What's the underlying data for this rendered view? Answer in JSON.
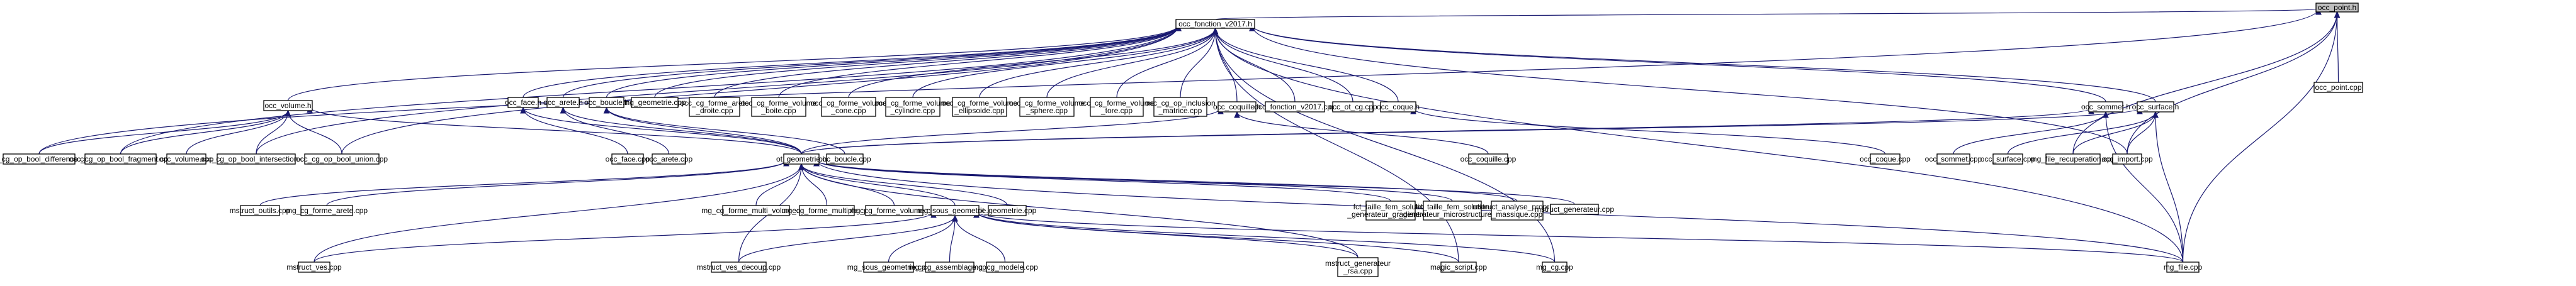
{
  "diagram": {
    "title": "occ_point.h",
    "type": "include-dependency-graph",
    "colors": {
      "edge": "#191970",
      "root_fill": "#bfbfbf",
      "node_fill": "#ffffff",
      "node_border": "#000000"
    },
    "nodes": [
      {
        "id": "occ_point_h",
        "label": [
          "occ_point.h"
        ],
        "root": true
      },
      {
        "id": "occ_fonction_v2017_h",
        "label": [
          "occ_fonction_v2017.h"
        ]
      },
      {
        "id": "occ_point_cpp",
        "label": [
          "occ_point.cpp"
        ]
      },
      {
        "id": "occ_volume_h",
        "label": [
          "occ_volume.h"
        ]
      },
      {
        "id": "occ_face_h",
        "label": [
          "occ_face.h"
        ]
      },
      {
        "id": "occ_arete_h",
        "label": [
          "occ_arete.h"
        ]
      },
      {
        "id": "occ_boucle_h",
        "label": [
          "occ_boucle.h"
        ]
      },
      {
        "id": "mg_geometrie_cpp",
        "label": [
          "mg_geometrie.cpp"
        ]
      },
      {
        "id": "occ_cg_forme_arete_droite",
        "label": [
          "occ_cg_forme_arete",
          "_droite.cpp"
        ]
      },
      {
        "id": "occ_cg_forme_volume_boite",
        "label": [
          "occ_cg_forme_volume",
          "_boite.cpp"
        ]
      },
      {
        "id": "occ_cg_forme_volume_cone",
        "label": [
          "occ_cg_forme_volume",
          "_cone.cpp"
        ]
      },
      {
        "id": "occ_cg_forme_volume_cylindre",
        "label": [
          "occ_cg_forme_volume",
          "_cylindre.cpp"
        ]
      },
      {
        "id": "occ_cg_forme_volume_ellipsoide",
        "label": [
          "occ_cg_forme_volume",
          "_ellipsoide.cpp"
        ]
      },
      {
        "id": "occ_cg_forme_volume_sphere",
        "label": [
          "occ_cg_forme_volume",
          "_sphere.cpp"
        ]
      },
      {
        "id": "occ_cg_forme_volume_tore",
        "label": [
          "occ_cg_forme_volume",
          "_tore.cpp"
        ]
      },
      {
        "id": "occ_cg_op_inclusion_matrice",
        "label": [
          "occ_cg_op_inclusion",
          "_matrice.cpp"
        ]
      },
      {
        "id": "occ_coquille_h",
        "label": [
          "occ_coquille.h"
        ]
      },
      {
        "id": "occ_fonction_v2017_cpp",
        "label": [
          "occ_fonction_v2017.cpp"
        ]
      },
      {
        "id": "occ_ot_cg_cpp",
        "label": [
          "occ_ot_cg.cpp"
        ]
      },
      {
        "id": "occ_coque_h",
        "label": [
          "occ_coque.h"
        ]
      },
      {
        "id": "occ_sommet_h",
        "label": [
          "occ_sommet.h"
        ]
      },
      {
        "id": "occ_surface_h",
        "label": [
          "occ_surface.h"
        ]
      },
      {
        "id": "occ_cg_op_bool_difference",
        "label": [
          "occ_cg_op_bool_difference.cpp"
        ]
      },
      {
        "id": "occ_cg_op_bool_fragment",
        "label": [
          "occ_cg_op_bool_fragment.cpp"
        ]
      },
      {
        "id": "occ_volume_cpp",
        "label": [
          "occ_volume.cpp"
        ]
      },
      {
        "id": "occ_cg_op_bool_intersection",
        "label": [
          "occ_cg_op_bool_intersection.cpp"
        ]
      },
      {
        "id": "occ_cg_op_bool_union",
        "label": [
          "occ_cg_op_bool_union.cpp"
        ]
      },
      {
        "id": "occ_face_cpp",
        "label": [
          "occ_face.cpp"
        ]
      },
      {
        "id": "occ_arete_cpp",
        "label": [
          "occ_arete.cpp"
        ]
      },
      {
        "id": "ot_geometrie_h",
        "label": [
          "ot_geometrie.h"
        ]
      },
      {
        "id": "occ_boucle_cpp",
        "label": [
          "occ_boucle.cpp"
        ]
      },
      {
        "id": "occ_coquille_cpp",
        "label": [
          "occ_coquille.cpp"
        ]
      },
      {
        "id": "occ_coque_cpp",
        "label": [
          "occ_coque.cpp"
        ]
      },
      {
        "id": "occ_sommet_cpp",
        "label": [
          "occ_sommet.cpp"
        ]
      },
      {
        "id": "occ_surface_cpp",
        "label": [
          "occ_surface.cpp"
        ]
      },
      {
        "id": "mg_file_recuperation_cpp",
        "label": [
          "mg_file_recuperation.cpp"
        ]
      },
      {
        "id": "occ_import_cpp",
        "label": [
          "occ_import.cpp"
        ]
      },
      {
        "id": "mstruct_outils_cpp",
        "label": [
          "mstruct_outils.cpp"
        ]
      },
      {
        "id": "mg_cg_forme_arete_cpp",
        "label": [
          "mg_cg_forme_arete.cpp"
        ]
      },
      {
        "id": "mg_cg_forme_multi_volume_cpp",
        "label": [
          "mg_cg_forme_multi_volume.cpp"
        ]
      },
      {
        "id": "mg_cg_forme_multiple_cpp",
        "label": [
          "mg_cg_forme_multiple.cpp"
        ]
      },
      {
        "id": "mg_cg_forme_volume_cpp",
        "label": [
          "mg_cg_forme_volume.cpp"
        ]
      },
      {
        "id": "mg_sous_geometrie_h",
        "label": [
          "mg_sous_geometrie.h"
        ]
      },
      {
        "id": "ot_geometrie_cpp",
        "label": [
          "ot_geometrie.cpp"
        ]
      },
      {
        "id": "fct_taille_gradient",
        "label": [
          "fct_taille_fem_solution",
          "_generateur_gradient.cpp"
        ]
      },
      {
        "id": "fct_taille_microstructure",
        "label": [
          "fct_taille_fem_solution",
          "_generateur_microstructure.cpp"
        ]
      },
      {
        "id": "mstruct_analyse_propriete",
        "label": [
          "mstruct_analyse_propriete",
          "_massique.cpp"
        ]
      },
      {
        "id": "mstruct_generateur_cpp",
        "label": [
          "mstruct_generateur.cpp"
        ]
      },
      {
        "id": "mstruct_ves_cpp",
        "label": [
          "mstruct_ves.cpp"
        ]
      },
      {
        "id": "mstruct_ves_decoup_cpp",
        "label": [
          "mstruct_ves_decoup.cpp"
        ]
      },
      {
        "id": "mg_sous_geometrie_cpp",
        "label": [
          "mg_sous_geometrie.cpp"
        ]
      },
      {
        "id": "mg_cg_assemblage_cpp",
        "label": [
          "mg_cg_assemblage.cpp"
        ]
      },
      {
        "id": "mg_cg_modele_cpp",
        "label": [
          "mg_cg_modele.cpp"
        ]
      },
      {
        "id": "mstruct_generateur_rsa",
        "label": [
          "mstruct_generateur",
          "_rsa.cpp"
        ]
      },
      {
        "id": "magic_script_cpp",
        "label": [
          "magic_script.cpp"
        ]
      },
      {
        "id": "mg_cg_cpp",
        "label": [
          "mg_cg.cpp"
        ]
      },
      {
        "id": "mg_file_cpp",
        "label": [
          "mg_file.cpp"
        ]
      }
    ],
    "edges": [
      [
        "occ_fonction_v2017_h",
        "occ_point_h"
      ],
      [
        "occ_point_cpp",
        "occ_point_h"
      ],
      [
        "mg_file_recuperation_cpp",
        "occ_point_h"
      ],
      [
        "occ_import_cpp",
        "occ_point_h"
      ],
      [
        "mg_file_cpp",
        "occ_point_h"
      ],
      [
        "occ_cg_op_bool_difference",
        "occ_point_h"
      ],
      [
        "occ_volume_h",
        "occ_fonction_v2017_h"
      ],
      [
        "occ_face_h",
        "occ_fonction_v2017_h"
      ],
      [
        "occ_arete_h",
        "occ_fonction_v2017_h"
      ],
      [
        "occ_boucle_h",
        "occ_fonction_v2017_h"
      ],
      [
        "mg_geometrie_cpp",
        "occ_fonction_v2017_h"
      ],
      [
        "occ_cg_forme_arete_droite",
        "occ_fonction_v2017_h"
      ],
      [
        "occ_cg_forme_volume_boite",
        "occ_fonction_v2017_h"
      ],
      [
        "occ_cg_forme_volume_cone",
        "occ_fonction_v2017_h"
      ],
      [
        "occ_cg_forme_volume_cylindre",
        "occ_fonction_v2017_h"
      ],
      [
        "occ_cg_forme_volume_ellipsoide",
        "occ_fonction_v2017_h"
      ],
      [
        "occ_cg_forme_volume_sphere",
        "occ_fonction_v2017_h"
      ],
      [
        "occ_cg_forme_volume_tore",
        "occ_fonction_v2017_h"
      ],
      [
        "occ_cg_op_inclusion_matrice",
        "occ_fonction_v2017_h"
      ],
      [
        "occ_coquille_h",
        "occ_fonction_v2017_h"
      ],
      [
        "occ_fonction_v2017_cpp",
        "occ_fonction_v2017_h"
      ],
      [
        "occ_ot_cg_cpp",
        "occ_fonction_v2017_h"
      ],
      [
        "occ_coque_h",
        "occ_fonction_v2017_h"
      ],
      [
        "occ_sommet_h",
        "occ_fonction_v2017_h"
      ],
      [
        "occ_surface_h",
        "occ_fonction_v2017_h"
      ],
      [
        "occ_cg_op_bool_fragment",
        "occ_fonction_v2017_h"
      ],
      [
        "occ_cg_op_bool_intersection",
        "occ_fonction_v2017_h"
      ],
      [
        "occ_cg_op_bool_union",
        "occ_fonction_v2017_h"
      ],
      [
        "occ_import_cpp",
        "occ_fonction_v2017_h"
      ],
      [
        "mg_file_cpp",
        "occ_fonction_v2017_h"
      ],
      [
        "magic_script_cpp",
        "occ_fonction_v2017_h"
      ],
      [
        "mg_cg_cpp",
        "occ_fonction_v2017_h"
      ],
      [
        "occ_cg_op_bool_difference",
        "occ_volume_h"
      ],
      [
        "occ_cg_op_bool_fragment",
        "occ_volume_h"
      ],
      [
        "occ_volume_cpp",
        "occ_volume_h"
      ],
      [
        "occ_cg_op_bool_intersection",
        "occ_volume_h"
      ],
      [
        "occ_cg_op_bool_union",
        "occ_volume_h"
      ],
      [
        "ot_geometrie_h",
        "occ_volume_h"
      ],
      [
        "occ_face_cpp",
        "occ_face_h"
      ],
      [
        "ot_geometrie_h",
        "occ_face_h"
      ],
      [
        "occ_arete_cpp",
        "occ_arete_h"
      ],
      [
        "ot_geometrie_h",
        "occ_arete_h"
      ],
      [
        "occ_boucle_cpp",
        "occ_boucle_h"
      ],
      [
        "ot_geometrie_h",
        "occ_boucle_h"
      ],
      [
        "occ_coquille_cpp",
        "occ_coquille_h"
      ],
      [
        "ot_geometrie_h",
        "occ_coquille_h"
      ],
      [
        "occ_coque_cpp",
        "occ_coque_h"
      ],
      [
        "occ_sommet_cpp",
        "occ_sommet_h"
      ],
      [
        "ot_geometrie_h",
        "occ_sommet_h"
      ],
      [
        "mg_file_cpp",
        "occ_sommet_h"
      ],
      [
        "occ_surface_cpp",
        "occ_surface_h"
      ],
      [
        "mg_file_recuperation_cpp",
        "occ_surface_h"
      ],
      [
        "occ_import_cpp",
        "occ_surface_h"
      ],
      [
        "ot_geometrie_h",
        "occ_surface_h"
      ],
      [
        "mg_file_cpp",
        "occ_surface_h"
      ],
      [
        "mstruct_outils_cpp",
        "ot_geometrie_h"
      ],
      [
        "mg_cg_forme_arete_cpp",
        "ot_geometrie_h"
      ],
      [
        "mg_cg_forme_multi_volume_cpp",
        "ot_geometrie_h"
      ],
      [
        "mg_cg_forme_multiple_cpp",
        "ot_geometrie_h"
      ],
      [
        "mg_cg_forme_volume_cpp",
        "ot_geometrie_h"
      ],
      [
        "mg_sous_geometrie_h",
        "ot_geometrie_h"
      ],
      [
        "ot_geometrie_cpp",
        "ot_geometrie_h"
      ],
      [
        "fct_taille_gradient",
        "ot_geometrie_h"
      ],
      [
        "fct_taille_microstructure",
        "ot_geometrie_h"
      ],
      [
        "mstruct_analyse_propriete",
        "ot_geometrie_h"
      ],
      [
        "mstruct_generateur_cpp",
        "ot_geometrie_h"
      ],
      [
        "mstruct_ves_cpp",
        "ot_geometrie_h"
      ],
      [
        "mstruct_ves_decoup_cpp",
        "ot_geometrie_h"
      ],
      [
        "mstruct_generateur_rsa",
        "ot_geometrie_h"
      ],
      [
        "mg_file_cpp",
        "ot_geometrie_h"
      ],
      [
        "mstruct_ves_cpp",
        "mg_sous_geometrie_h"
      ],
      [
        "mstruct_ves_decoup_cpp",
        "mg_sous_geometrie_h"
      ],
      [
        "mg_sous_geometrie_cpp",
        "mg_sous_geometrie_h"
      ],
      [
        "mg_cg_assemblage_cpp",
        "mg_sous_geometrie_h"
      ],
      [
        "mg_cg_modele_cpp",
        "mg_sous_geometrie_h"
      ],
      [
        "mstruct_generateur_rsa",
        "mg_sous_geometrie_h"
      ],
      [
        "magic_script_cpp",
        "mg_sous_geometrie_h"
      ],
      [
        "mg_cg_cpp",
        "mg_sous_geometrie_h"
      ],
      [
        "mg_file_cpp",
        "mg_sous_geometrie_h"
      ]
    ]
  }
}
